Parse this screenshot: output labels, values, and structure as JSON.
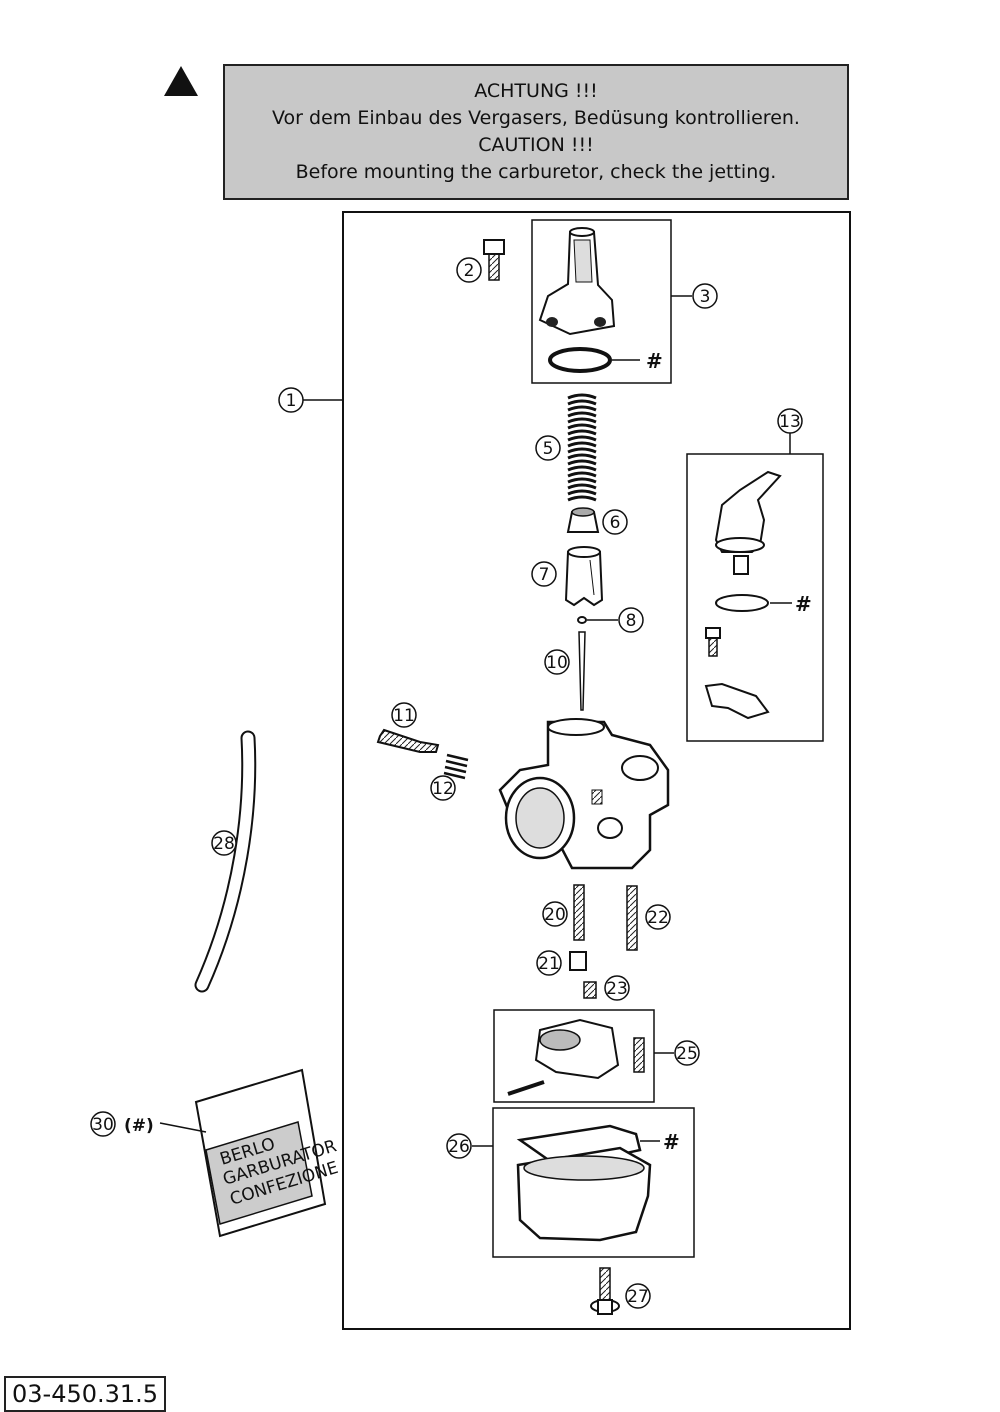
{
  "warning": {
    "line1": "ACHTUNG !!!",
    "line2": "Vor dem Einbau des Vergasers, Bedüsung kontrollieren.",
    "line3": "CAUTION !!!",
    "line4": "Before mounting the carburetor, check the jetting."
  },
  "callouts": {
    "c1": "1",
    "c2": "2",
    "c3": "3",
    "c5": "5",
    "c6": "6",
    "c7": "7",
    "c8": "8",
    "c10": "10",
    "c11": "11",
    "c12": "12",
    "c13": "13",
    "c20": "20",
    "c21": "21",
    "c22": "22",
    "c23": "23",
    "c25": "25",
    "c26": "26",
    "c27": "27",
    "c28": "28",
    "c30": "30"
  },
  "markers": {
    "hash": "#",
    "c30_suffix": "(#)"
  },
  "package_label": {
    "line1": "BERLO",
    "line2": "GARBURATOR",
    "line3": "CONFEZIONE"
  },
  "figure_number": "03-450.31.5"
}
